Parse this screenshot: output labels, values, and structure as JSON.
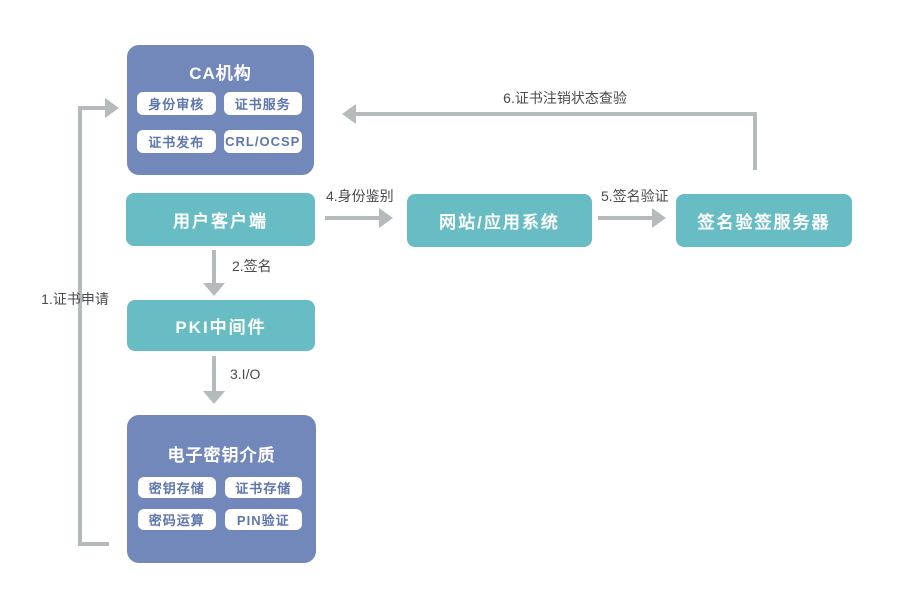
{
  "colors": {
    "box_blue": "#7287BA",
    "box_teal": "#68BCC4",
    "pill_text": "#5E76AB",
    "line_gray": "#B5BABD",
    "label_text": "#4B4B50",
    "canvas_bg": "#FFFFFF"
  },
  "nodes": {
    "ca": {
      "title": "CA机构",
      "pills": [
        "身份审核",
        "证书服务",
        "证书发布",
        "CRL/OCSP"
      ]
    },
    "user_client": {
      "label": "用户客户端"
    },
    "web_app": {
      "label": "网站/应用系统"
    },
    "sign_verify_server": {
      "label": "签名验签服务器"
    },
    "pki_middleware": {
      "label": "PKI中间件"
    },
    "key_medium": {
      "title": "电子密钥介质",
      "pills": [
        "密钥存储",
        "证书存储",
        "密码运算",
        "PIN验证"
      ]
    }
  },
  "edges": {
    "e1": {
      "label": "1.证书申请"
    },
    "e2": {
      "label": "2.签名"
    },
    "e3": {
      "label": "3.I/O"
    },
    "e4": {
      "label": "4.身份鉴别"
    },
    "e5": {
      "label": "5.签名验证"
    },
    "e6": {
      "label": "6.证书注销状态查验"
    }
  }
}
